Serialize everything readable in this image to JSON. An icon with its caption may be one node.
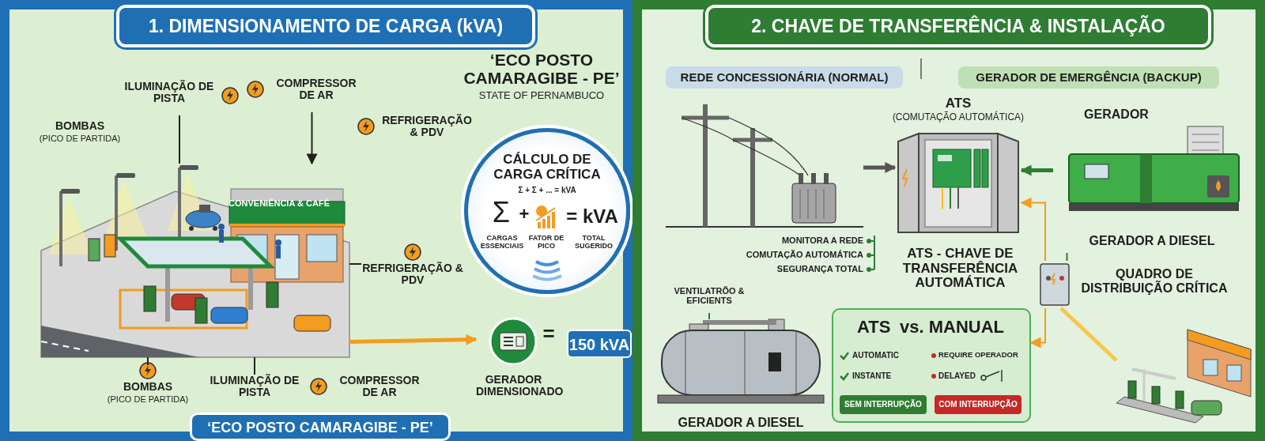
{
  "diagram": {
    "nodes": [
      {
        "text": [
          "1. DIMENSIONAMENTO DE CARGA (kVA)"
        ]
      },
      {
        "text": [],
        "shape": "picture",
        "in": 0
      },
      {
        "text": [
          "BOMBAS",
          "(PICO DE PARTIDA)"
        ],
        "in": 0
      },
      {
        "text": [
          "ILUMINAÇÃO DE PISTA"
        ],
        "in": 0
      },
      {
        "text": [
          "COMPRESSOR DE AR"
        ],
        "in": 0
      },
      {
        "text": [
          "REFRIGERAÇÃO & PDV"
        ],
        "in": 0
      },
      {
        "text": [
          "REFRIGERAÇÃO & PDV"
        ],
        "in": 0
      },
      {
        "text": [
          "BOMBAS",
          "(PICO DE PARTIDA)"
        ],
        "in": 0
      },
      {
        "text": [
          "ILUMINAÇÃO DE PISTA"
        ],
        "in": 0
      },
      {
        "text": [
          "COMPRESSOR DE AR"
        ],
        "in": 0
      },
      {
        "text": [
          "CÁLCULO DE CARGA CRÍTICA",
          "Σ + Σ + ... = kVA",
          "Σ",
          "+",
          "= kVA",
          "CARGAS ESSENCIAIS",
          "FATOR DE PICO",
          "TOTAL SUGERIDO"
        ],
        "in": 0
      },
      {
        "text": [
          "GERADOR DIMENSIONADO"
        ],
        "in": 0
      },
      {
        "text": [
          "150 kVA"
        ],
        "in": 0
      },
      {
        "text": [
          "2. CHAVE DE TRANSFERÊNCIA & INSTALAÇÃO"
        ]
      },
      {
        "text": [
          "REDE CONCESSIONÁRIA (NORMAL)"
        ],
        "in": 13
      },
      {
        "text": [
          "GERADOR DE EMERGÊNCIA (BACKUP)"
        ],
        "in": 13
      },
      {
        "text": [],
        "shape": "picture",
        "in": 13
      },
      {
        "text": [
          "ATS",
          "(COMUTAÇÃO AUTOMÁTICA)"
        ],
        "in": 13
      },
      {
        "text": [
          "GERADOR",
          "GERADOR A DIESEL"
        ],
        "in": 13
      },
      {
        "text": [
          "ATS - CHAVE DE TRANSFERÊNCIA AUTOMÁTICA"
        ],
        "in": 13
      },
      {
        "text": [
          "QUADRO DE DISTRIBUIÇÃO CRÍTICA"
        ],
        "in": 13
      },
      {
        "text": [
          "VENTILATRÕO & EFICIENTS"
        ],
        "in": 13
      },
      {
        "text": [
          "GERADOR A DIESEL"
        ],
        "in": 13
      },
      {
        "text": [
          "ATS",
          "vs. MANUAL",
          "AUTOMATIC",
          "INSTANTE",
          "REQUIRE OPERADOR",
          "DELAYED"
        ],
        "in": 13
      },
      {
        "text": [
          "SEM INTERRUPÇÃO"
        ],
        "in": 23
      },
      {
        "text": [
          "COM INTERRUPÇÃO"
        ],
        "in": 23
      },
      {
        "text": [],
        "shape": "picture",
        "in": 13
      }
    ],
    "edges": [
      {
        "from": 3,
        "to": 1,
        "arrow": "none"
      },
      {
        "from": 4,
        "to": 1,
        "arrow": "to"
      },
      {
        "from": 6,
        "to": 1,
        "arrow": "none"
      },
      {
        "from": 7,
        "to": 1,
        "arrow": "none"
      },
      {
        "from": 8,
        "to": 1,
        "arrow": "none"
      },
      {
        "from": 1,
        "to": 11,
        "arrow": "to",
        "style": "thick",
        "color": "#f39c1f"
      },
      {
        "from": 16,
        "to": 17,
        "arrow": "to",
        "style": "thick",
        "color": "#555555"
      },
      {
        "from": 18,
        "to": 17,
        "arrow": "to",
        "style": "thick",
        "color": "#2e7d32"
      },
      {
        "from": 18,
        "to": 20,
        "arrow": "none",
        "color": "#2e7d32"
      },
      {
        "from": 20,
        "to": 17,
        "arrow": "to",
        "color": "#f39c1f"
      },
      {
        "from": 20,
        "to": 23,
        "arrow": "to",
        "color": "#f39c1f"
      },
      {
        "from": 21,
        "to": 22,
        "arrow": "none",
        "color": "#2e7d32"
      },
      {
        "from": 20,
        "to": 26,
        "arrow": "none",
        "style": "thick",
        "color": "#f7c948"
      }
    ],
    "labels": [
      "‘ECO POSTO CAMARAGIBE - PE’",
      "STATE OF PERNAMBUCO",
      "CONVENIÊNCIA & CAFÉ",
      "=",
      "‘ECO POSTO CAMARAGIBE - PE’",
      "MONITORA A REDE",
      "COMUTAÇÃO AUTOMÁTICA",
      "SEGURANÇA TOTAL"
    ]
  }
}
